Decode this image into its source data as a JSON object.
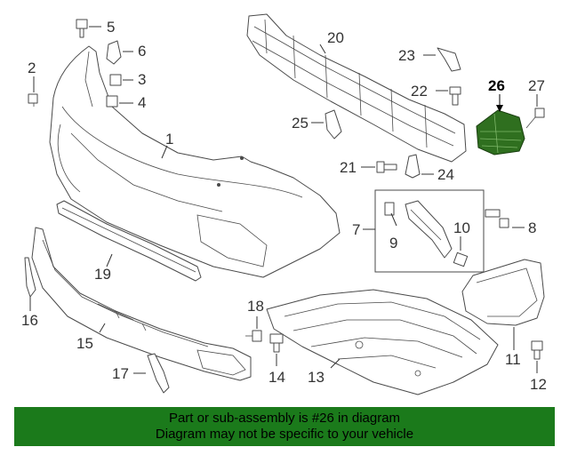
{
  "callouts": [
    {
      "id": "1",
      "label": "1"
    },
    {
      "id": "2",
      "label": "2"
    },
    {
      "id": "3",
      "label": "3"
    },
    {
      "id": "4",
      "label": "4"
    },
    {
      "id": "5",
      "label": "5"
    },
    {
      "id": "6",
      "label": "6"
    },
    {
      "id": "7",
      "label": "7"
    },
    {
      "id": "8",
      "label": "8"
    },
    {
      "id": "9",
      "label": "9"
    },
    {
      "id": "10",
      "label": "10"
    },
    {
      "id": "11",
      "label": "11"
    },
    {
      "id": "12",
      "label": "12"
    },
    {
      "id": "13",
      "label": "13"
    },
    {
      "id": "14",
      "label": "14"
    },
    {
      "id": "15",
      "label": "15"
    },
    {
      "id": "16",
      "label": "16"
    },
    {
      "id": "17",
      "label": "17"
    },
    {
      "id": "18",
      "label": "18"
    },
    {
      "id": "19",
      "label": "19"
    },
    {
      "id": "20",
      "label": "20"
    },
    {
      "id": "21",
      "label": "21"
    },
    {
      "id": "22",
      "label": "22"
    },
    {
      "id": "23",
      "label": "23"
    },
    {
      "id": "24",
      "label": "24"
    },
    {
      "id": "25",
      "label": "25"
    },
    {
      "id": "26",
      "label": "26"
    },
    {
      "id": "27",
      "label": "27"
    }
  ],
  "highlight": {
    "part": "26",
    "color": "#2f6f1f"
  },
  "banner": {
    "line1": "Part or sub-assembly is #26 in diagram",
    "line2": "Diagram may not be specific to your vehicle",
    "background": "#1b7a1b"
  }
}
